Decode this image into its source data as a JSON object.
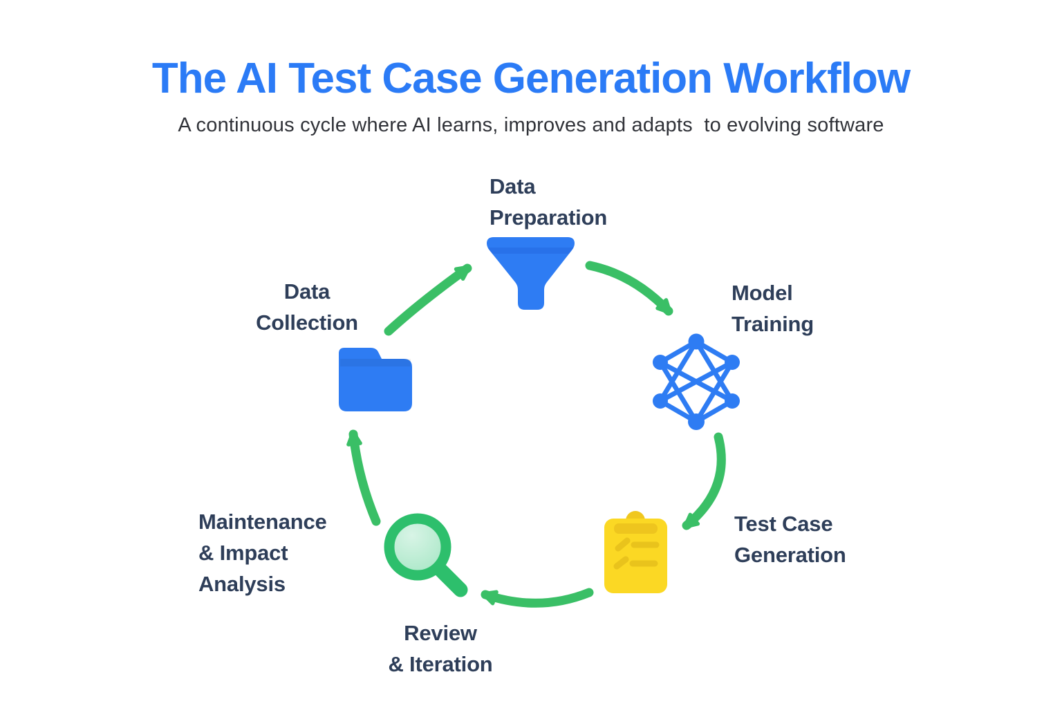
{
  "header": {
    "title": "The AI Test Case Generation Workflow",
    "subtitle": "A continuous cycle where AI learns, improves and adapts  to evolving software"
  },
  "workflow": {
    "flow_direction": "clockwise",
    "steps": [
      {
        "id": "data-preparation",
        "label": [
          "Data",
          "Preparation"
        ],
        "icon": "funnel-icon",
        "icon_color": "#2e7cf3"
      },
      {
        "id": "model-training",
        "label": [
          "Model",
          "Training"
        ],
        "icon": "neural-network-icon",
        "icon_color": "#2e7cf3"
      },
      {
        "id": "test-case-generation",
        "label": [
          "Test Case",
          "Generation"
        ],
        "icon": "clipboard-icon",
        "icon_color": "#fbd824"
      },
      {
        "id": "review-iteration",
        "label": [
          "Review",
          "& Iteration"
        ],
        "icon": "magnifier-icon",
        "icon_color": "#2dbf6c"
      },
      {
        "id": "maintenance-impact-analysis",
        "label": [
          "Maintenance",
          "& Impact",
          "Analysis"
        ],
        "icon": null,
        "icon_color": null
      },
      {
        "id": "data-collection",
        "label": [
          "Data",
          "Collection"
        ],
        "icon": "folder-icon",
        "icon_color": "#2e7cf3"
      }
    ],
    "arrow_count": 5,
    "arrow_color": "#3abf66"
  },
  "colors": {
    "title_blue": "#2b7bf6",
    "label_navy": "#2e3e59",
    "subtitle_text": "#303238",
    "icon_blue": "#2e7cf3",
    "arrow_green": "#3abf66",
    "magnifier_green": "#2dbf6c",
    "lens_mint": "#abe8c9",
    "clipboard_yellow": "#fbd824",
    "clipboard_detail": "#eec51e",
    "background": "#ffffff"
  }
}
